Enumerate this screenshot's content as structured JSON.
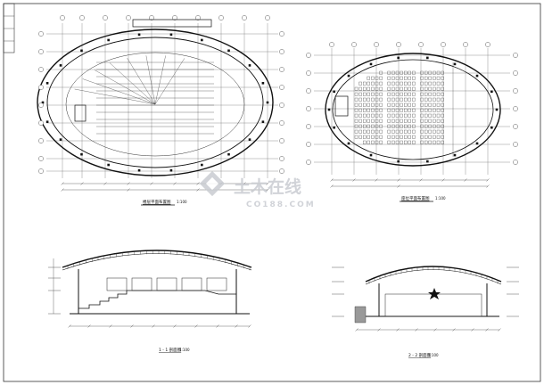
{
  "sheet": {
    "plan_left_title": "楼层平面布置图",
    "plan_left_scale": "1:100",
    "plan_right_title": "座位平面布置图",
    "plan_right_scale": "1:100",
    "section_left_title": "1 - 1 剖面图",
    "section_left_scale": "1:100",
    "section_right_title": "2 - 2 剖面图",
    "section_right_scale": "1:100"
  },
  "watermark": {
    "brand": "土木在线",
    "url": "CO188.COM"
  }
}
